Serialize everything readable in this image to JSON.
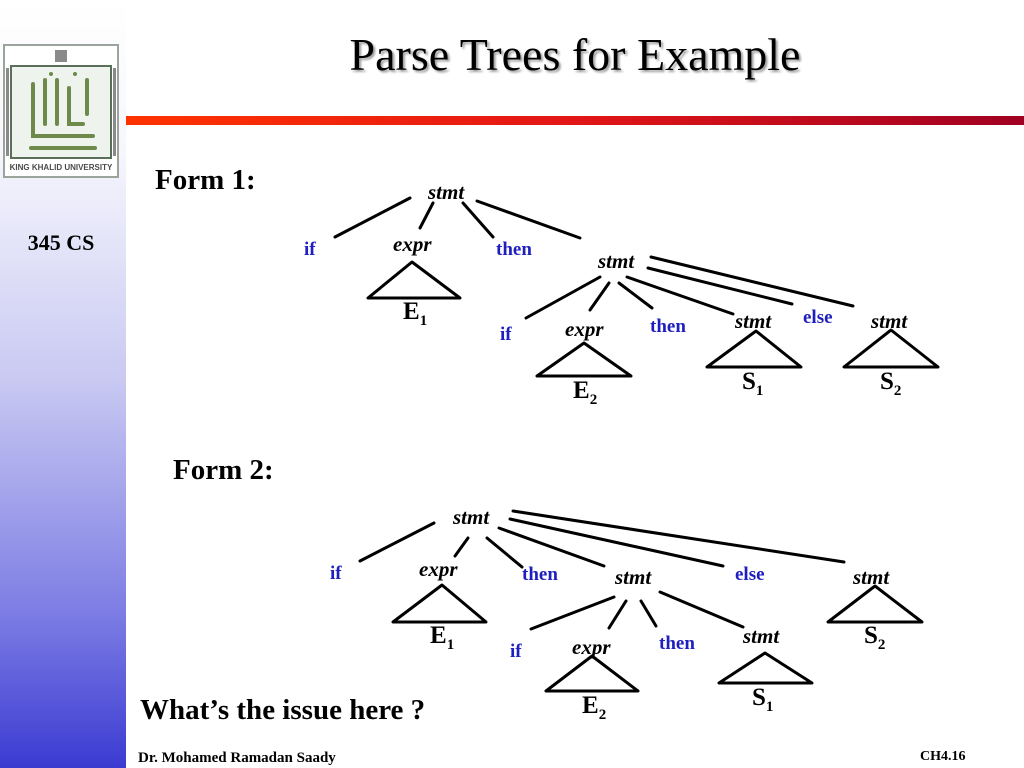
{
  "slide": {
    "title": "Parse Trees for Example",
    "course": "345 CS",
    "question": "What’s the issue here ?",
    "author": "Dr. Mohamed Ramadan Saady",
    "page": "CH4.16",
    "logo_text": "KING KHALID UNIVERSITY"
  },
  "form1": {
    "label": "Form 1:",
    "root_stmt": "stmt",
    "if": "if",
    "expr": "expr",
    "then": "then",
    "e1_base": "E",
    "e1_sub": "1",
    "inner_stmt": "stmt",
    "inner_if": "if",
    "inner_expr": "expr",
    "inner_then": "then",
    "inner_stmt_s1": "stmt",
    "else": "else",
    "inner_stmt_s2": "stmt",
    "e2_base": "E",
    "e2_sub": "2",
    "s1_base": "S",
    "s1_sub": "1",
    "s2_base": "S",
    "s2_sub": "2"
  },
  "form2": {
    "label": "Form 2:",
    "root_stmt": "stmt",
    "if": "if",
    "expr": "expr",
    "then": "then",
    "inner_stmt": "stmt",
    "else": "else",
    "outer_stmt_s2": "stmt",
    "e1_base": "E",
    "e1_sub": "1",
    "s2_base": "S",
    "s2_sub": "2",
    "inner_if": "if",
    "inner_expr": "expr",
    "inner_then": "then",
    "inner_stmt_s1": "stmt",
    "e2_base": "E",
    "e2_sub": "2",
    "s1_base": "S",
    "s1_sub": "1"
  },
  "colors": {
    "keyword": "#1f1fbf",
    "title_bar_start": "#ff3300",
    "title_bar_end": "#a00022",
    "sidebar_bottom": "#3b3bd2"
  }
}
